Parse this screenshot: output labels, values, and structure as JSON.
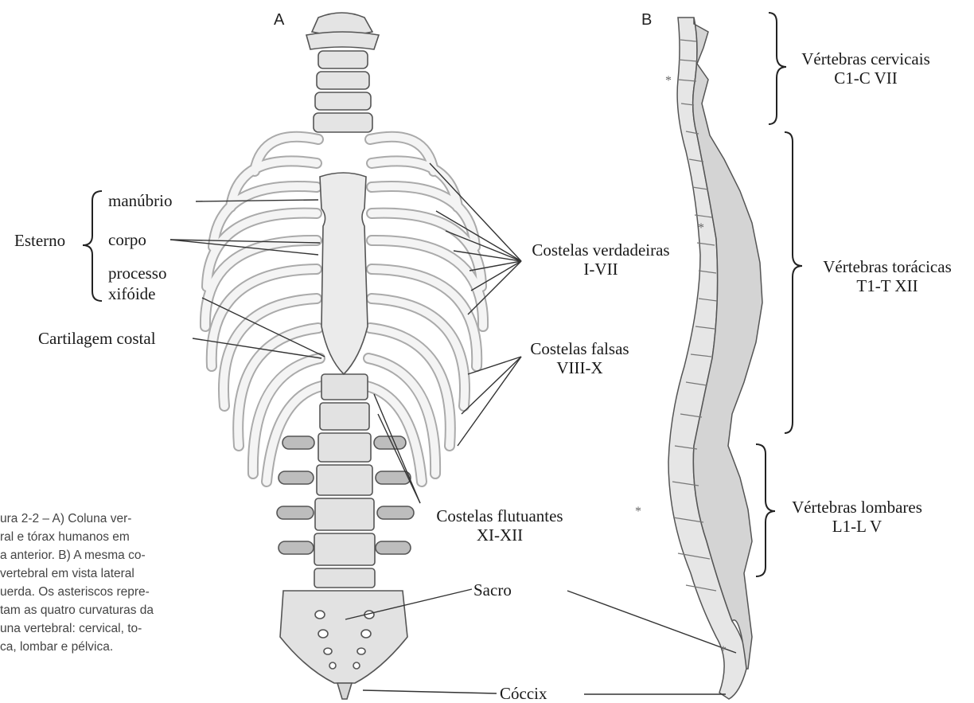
{
  "panels": {
    "a": "A",
    "b": "B"
  },
  "sternum": {
    "group_label": "Esterno",
    "manubrium": "manúbrio",
    "body": "corpo",
    "xiphoid_line1": "processo",
    "xiphoid_line2": "xifóide"
  },
  "costal_cartilage": "Cartilagem costal",
  "true_ribs": {
    "line1": "Costelas verdadeiras",
    "line2": "I-VII"
  },
  "false_ribs": {
    "line1": "Costelas falsas",
    "line2": "VIII-X"
  },
  "floating_ribs": {
    "line1": "Costelas flutuantes",
    "line2": "XI-XII"
  },
  "sacrum": "Sacro",
  "coccyx": "Cóccix",
  "vertebrae": {
    "cervical": {
      "line1": "Vértebras cervicais",
      "line2": "C1-C VII"
    },
    "thoracic": {
      "line1": "Vértebras torácicas",
      "line2": "T1-T XII"
    },
    "lumbar": {
      "line1": "Vértebras lombares",
      "line2": "L1-L V"
    }
  },
  "asterisk": "*",
  "caption": {
    "line1": "ura 2-2 – A) Coluna ver-",
    "line2": "ral e tórax humanos em",
    "line3": "a anterior. B) A mesma co-",
    "line4": "vertebral em vista lateral",
    "line5": "uerda. Os asteriscos repre-",
    "line6": "tam as quatro curvaturas da",
    "line7": "una vertebral: cervical, to-",
    "line8": "ca, lombar e pélvica."
  },
  "colors": {
    "bone": "#e6e6e6",
    "bone_dark": "#cfcfcf",
    "outline": "#555555",
    "line": "#333333"
  }
}
